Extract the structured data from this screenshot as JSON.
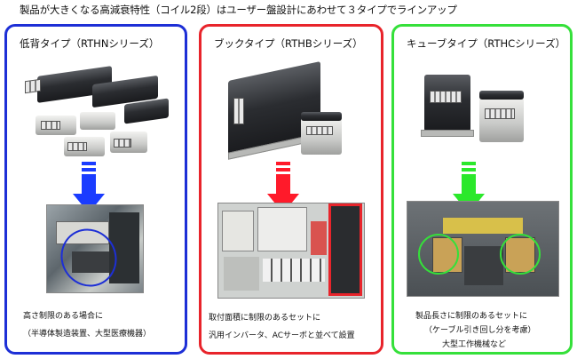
{
  "headline": "製品が大きくなる高減衰特性（コイル2段）はユーザー盤設計にあわせて３タイプでラインアップ",
  "panels": [
    {
      "title": "低背タイプ（RTHNシリーズ）",
      "caption_lines": [
        "高さ制限のある場合に",
        "（半導体製造装置、大型医療機器）"
      ],
      "border_color": "#1d2fd6",
      "arrow_color": "#1a3cff"
    },
    {
      "title": "ブックタイプ（RTHBシリーズ）",
      "caption_lines": [
        "取付面積に制限のあるセットに",
        "汎用インバータ、ACサーボと並べて設置"
      ],
      "border_color": "#e8242b",
      "arrow_color": "#ff1a2a"
    },
    {
      "title": "キューブタイプ（RTHCシリーズ）",
      "caption_lines": [
        "製品長さに制限のあるセットに",
        "（ケーブル引き回し分を考慮）",
        "大型工作機械など"
      ],
      "border_color": "#35e03a",
      "arrow_color": "#2be82b"
    }
  ]
}
